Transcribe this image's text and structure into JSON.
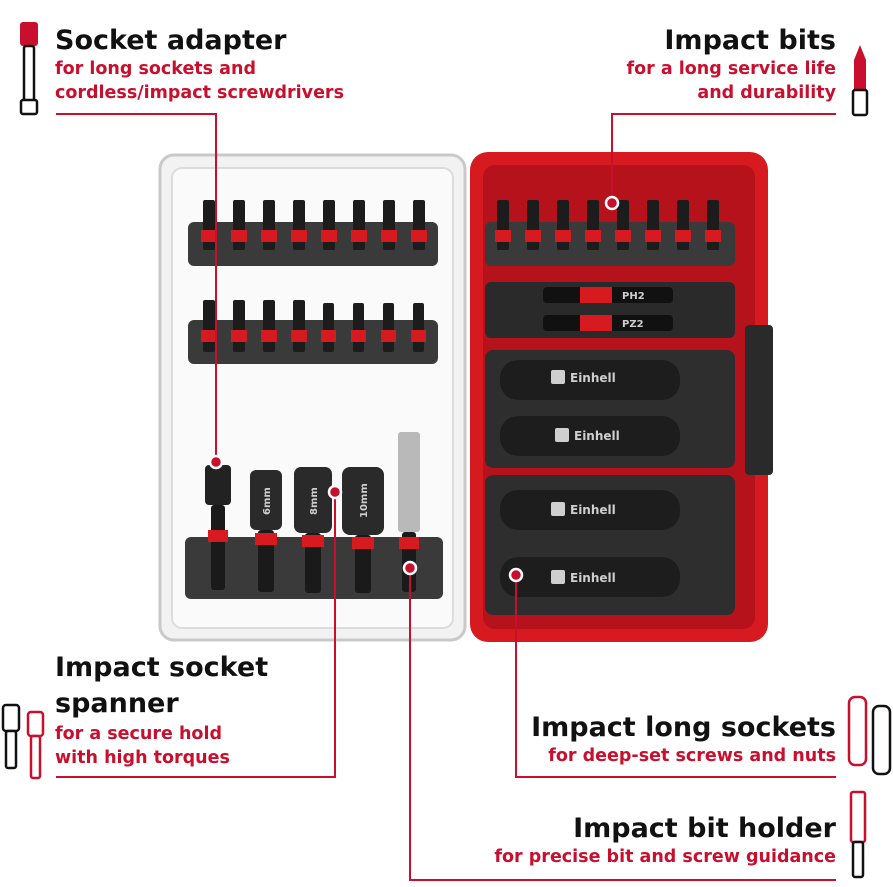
{
  "callouts": {
    "socket_adapter": {
      "title": "Socket adapter",
      "subtitle_line1": "for long sockets and",
      "subtitle_line2": "cordless/impact screwdrivers"
    },
    "impact_bits": {
      "title": "Impact bits",
      "subtitle_line1": "for a long service life",
      "subtitle_line2": "and durability"
    },
    "impact_socket_spanner": {
      "title_line1": "Impact socket",
      "title_line2": "spanner",
      "subtitle_line1": "for a secure hold",
      "subtitle_line2": "with high torques"
    },
    "impact_long_sockets": {
      "title": "Impact long sockets",
      "subtitle": "for deep-set screws and nuts"
    },
    "impact_bit_holder": {
      "title": "Impact bit holder",
      "subtitle": "for precise bit and screw guidance"
    }
  },
  "product": {
    "brand_label": "Einhell",
    "bit_labels": [
      "PH2",
      "PZ2"
    ],
    "socket_sizes": [
      "6mm",
      "8mm",
      "10mm"
    ]
  },
  "colors": {
    "accent_red": "#c8102e",
    "case_red": "#d71920",
    "dark": "#1a1a1a"
  }
}
